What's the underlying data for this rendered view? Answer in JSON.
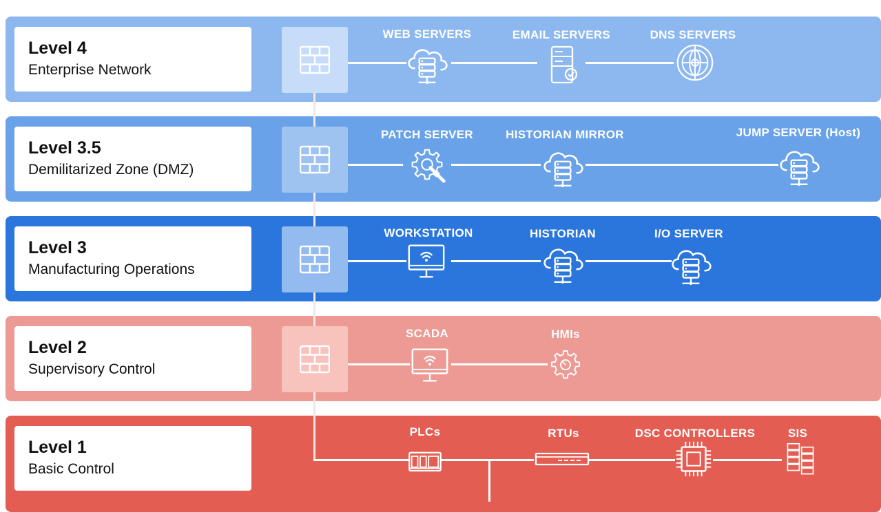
{
  "colors": {
    "level4": "#8db8ef",
    "level35": "#69a2e8",
    "level3": "#2b76dd",
    "level2": "#ec9a93",
    "level1": "#e35d52"
  },
  "levels": [
    {
      "title": "Level 4",
      "subtitle": "Enterprise Network",
      "nodes": [
        {
          "label": "WEB SERVERS",
          "icon": "cloud-server-icon"
        },
        {
          "label": "EMAIL SERVERS",
          "icon": "email-server-icon"
        },
        {
          "label": "DNS SERVERS",
          "icon": "globe-icon"
        }
      ]
    },
    {
      "title": "Level 3.5",
      "subtitle": "Demilitarized Zone (DMZ)",
      "nodes": [
        {
          "label": "PATCH SERVER",
          "icon": "gear-wrench-icon"
        },
        {
          "label": "HISTORIAN MIRROR",
          "icon": "cloud-server-icon"
        },
        {
          "label": "JUMP SERVER (Host)",
          "icon": "cloud-server-icon"
        }
      ]
    },
    {
      "title": "Level 3",
      "subtitle": "Manufacturing Operations",
      "nodes": [
        {
          "label": "WORKSTATION",
          "icon": "monitor-wifi-icon"
        },
        {
          "label": "HISTORIAN",
          "icon": "cloud-server-icon"
        },
        {
          "label": "I/O SERVER",
          "icon": "cloud-server-icon"
        }
      ]
    },
    {
      "title": "Level 2",
      "subtitle": "Supervisory Control",
      "nodes": [
        {
          "label": "SCADA",
          "icon": "monitor-wifi-icon"
        },
        {
          "label": "HMIs",
          "icon": "gear-icon"
        }
      ]
    },
    {
      "title": "Level 1",
      "subtitle": "Basic Control",
      "nodes": [
        {
          "label": "PLCs",
          "icon": "plc-icon"
        },
        {
          "label": "RTUs",
          "icon": "rack-unit-icon"
        },
        {
          "label": "DSC CONTROLLERS",
          "icon": "chip-icon"
        },
        {
          "label": "SIS",
          "icon": "server-rack-icon"
        }
      ]
    }
  ],
  "firewall_icon": "firewall-icon"
}
